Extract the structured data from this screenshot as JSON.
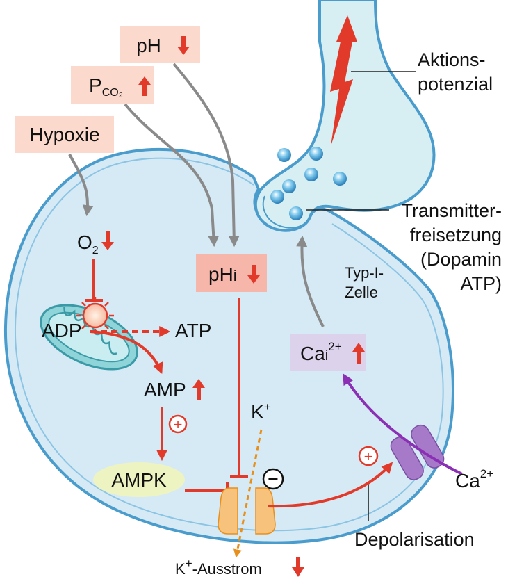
{
  "inputs": {
    "hypoxie": "Hypoxie",
    "pco2_main": "P",
    "pco2_sub": "CO₂",
    "ph": "pH"
  },
  "cell": {
    "type_label_line1": "Typ-I-",
    "type_label_line2": "Zelle"
  },
  "metabolism": {
    "o2_main": "O",
    "o2_sub": "2",
    "adp": "ADP",
    "atp": "ATP",
    "amp": "AMP",
    "ampk": "AMPK",
    "phi_main": "pH",
    "phi_sub": "i",
    "plus_sign": "+"
  },
  "channels": {
    "k_main": "K",
    "k_sup": "+",
    "minus_sign": "−",
    "k_efflux_main": "K",
    "k_efflux_sup": "+",
    "k_efflux_rest": "-Ausstrom",
    "ca_main": "Ca",
    "ca_sup": "2+",
    "cai_main": "Ca",
    "cai_sub": "i",
    "cai_sup": "2+",
    "plus_sign_2": "+"
  },
  "labels": {
    "aktionspotenzial_1": "Aktions-",
    "aktionspotenzial_2": "potenzial",
    "transmitter_1": "Transmitter-",
    "transmitter_2": "freisetzung",
    "transmitter_3": "(Dopamin",
    "transmitter_4": "ATP)",
    "depolarisation": "Depolarisation"
  },
  "colors": {
    "arrow_red": "#e23a2a",
    "arrow_gray": "#8a8a8a",
    "label_box": "#fbd9cc",
    "phi_box": "#f6b6aa",
    "cai_box": "#dcd2ec",
    "ampk_fill": "#eef3c2",
    "cell_fill": "#d6eaf6",
    "cell_outline": "#4a9ccc",
    "calcium_channel": "#a77ac9",
    "potassium_channel": "#f6c27c"
  }
}
